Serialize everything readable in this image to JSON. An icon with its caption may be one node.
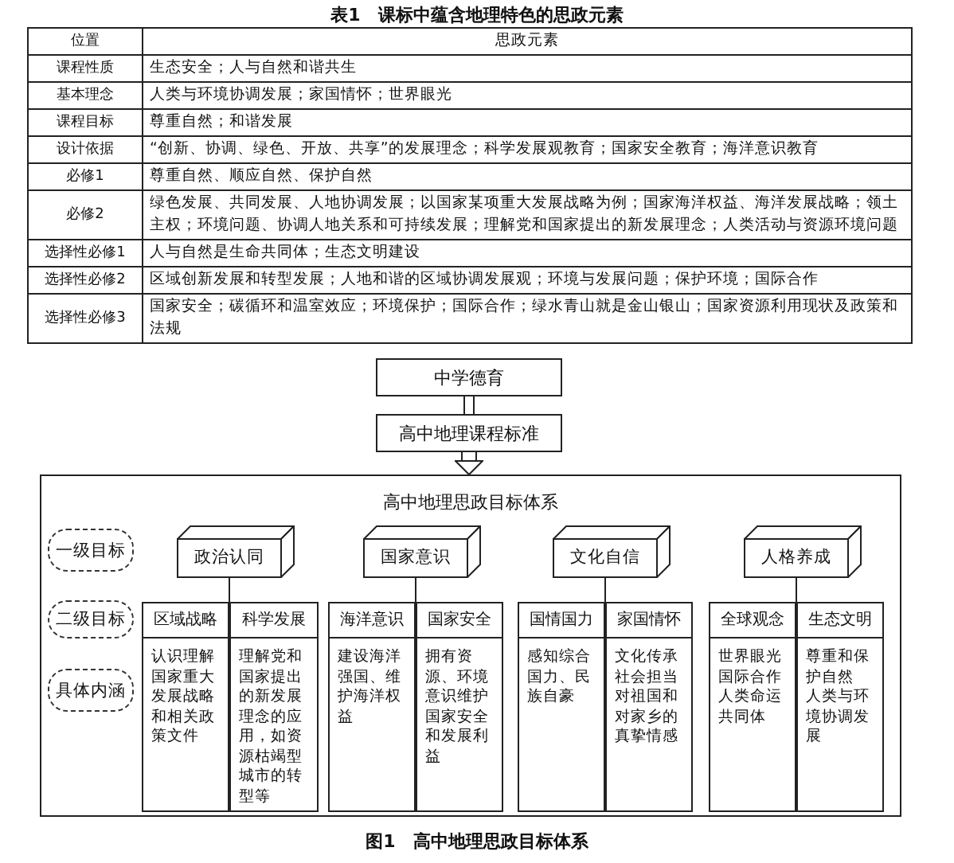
{
  "diagram": {
    "title": "表1　课标中蕴含地理特色的思政元素",
    "caption": "图1　高中地理思政目标体系",
    "nodes": [
      {
        "text": [
          "中学德育"
        ]
      },
      {
        "text": [
          "高中地理课程标准"
        ]
      },
      {
        "text": [
          "高中地理思政目标体系"
        ]
      },
      {
        "text": [
          "一级目标"
        ],
        "in": 2
      },
      {
        "text": [
          "二级目标"
        ],
        "in": 2
      },
      {
        "text": [
          "具体内涵"
        ],
        "in": 2
      },
      {
        "text": [
          "政治认同"
        ],
        "in": 2
      },
      {
        "text": [
          "区域战略",
          "认识理解国家重大发展战略和相关政策文件"
        ],
        "in": 2
      },
      {
        "text": [
          "科学发展",
          "理解党和国家提出的新发展理念的应用，如资源枯竭型城市的转型等"
        ],
        "in": 2
      },
      {
        "text": [
          "国家意识"
        ],
        "in": 2
      },
      {
        "text": [
          "海洋意识",
          "建设海洋强国、维护海洋权益"
        ],
        "in": 2
      },
      {
        "text": [
          "国家安全",
          "拥有资源、环境意识维护国家安全和发展利益"
        ],
        "in": 2
      },
      {
        "text": [
          "文化自信"
        ],
        "in": 2
      },
      {
        "text": [
          "国情国力",
          "感知综合国力、民族自豪"
        ],
        "in": 2
      },
      {
        "text": [
          "家国情怀",
          "文化传承",
          "社会担当",
          "对祖国和对家乡的真挚情感"
        ],
        "in": 2
      },
      {
        "text": [
          "人格养成"
        ],
        "in": 2
      },
      {
        "text": [
          "全球观念",
          "世界眼光",
          "国际合作",
          "人类命运共同体"
        ],
        "in": 2
      },
      {
        "text": [
          "生态文明",
          "尊重和保护自然",
          "人类与环境协调发展"
        ],
        "in": 2
      }
    ],
    "edges": [
      {
        "from": 0,
        "to": 1,
        "arrow": "none"
      },
      {
        "from": 1,
        "to": 2,
        "arrow": "to"
      },
      {
        "from": 6,
        "to": 7,
        "arrow": "none"
      },
      {
        "from": 6,
        "to": 8,
        "arrow": "none"
      },
      {
        "from": 9,
        "to": 10,
        "arrow": "none"
      },
      {
        "from": 9,
        "to": 11,
        "arrow": "none"
      },
      {
        "from": 12,
        "to": 13,
        "arrow": "none"
      },
      {
        "from": 12,
        "to": 14,
        "arrow": "none"
      },
      {
        "from": 15,
        "to": 16,
        "arrow": "none"
      },
      {
        "from": 15,
        "to": 17,
        "arrow": "none"
      }
    ],
    "labels": [
      "位置",
      "思政元素",
      "课程性质",
      "生态安全；人与自然和谐共生",
      "基本理念",
      "人类与环境协调发展；家国情怀；世界眼光",
      "课程目标",
      "尊重自然；和谐发展",
      "设计依据",
      "“创新、协调、绿色、开放、共享”的发展理念；科学发展观教育；国家安全教育；海洋意识教育",
      "必修1",
      "尊重自然、顺应自然、保护自然",
      "必修2",
      "绿色发展、共同发展、人地协调发展；以国家某项重大发展战略为例；国家海洋权益、海洋发展战略；领土主权；环境问题、协调人地关系和可持续发展；理解党和国家提出的新发展理念；人类活动与资源环境问题",
      "选择性必修1",
      "人与自然是生命共同体；生态文明建设",
      "选择性必修2",
      "区域创新发展和转型发展；人地和谐的区域协调发展观；环境与发展问题；保护环境；国际合作",
      "选择性必修3",
      "国家安全；碳循环和温室效应；环境保护；国际合作；绿水青山就是金山银山；国家资源利用现状及政策和法规"
    ]
  }
}
